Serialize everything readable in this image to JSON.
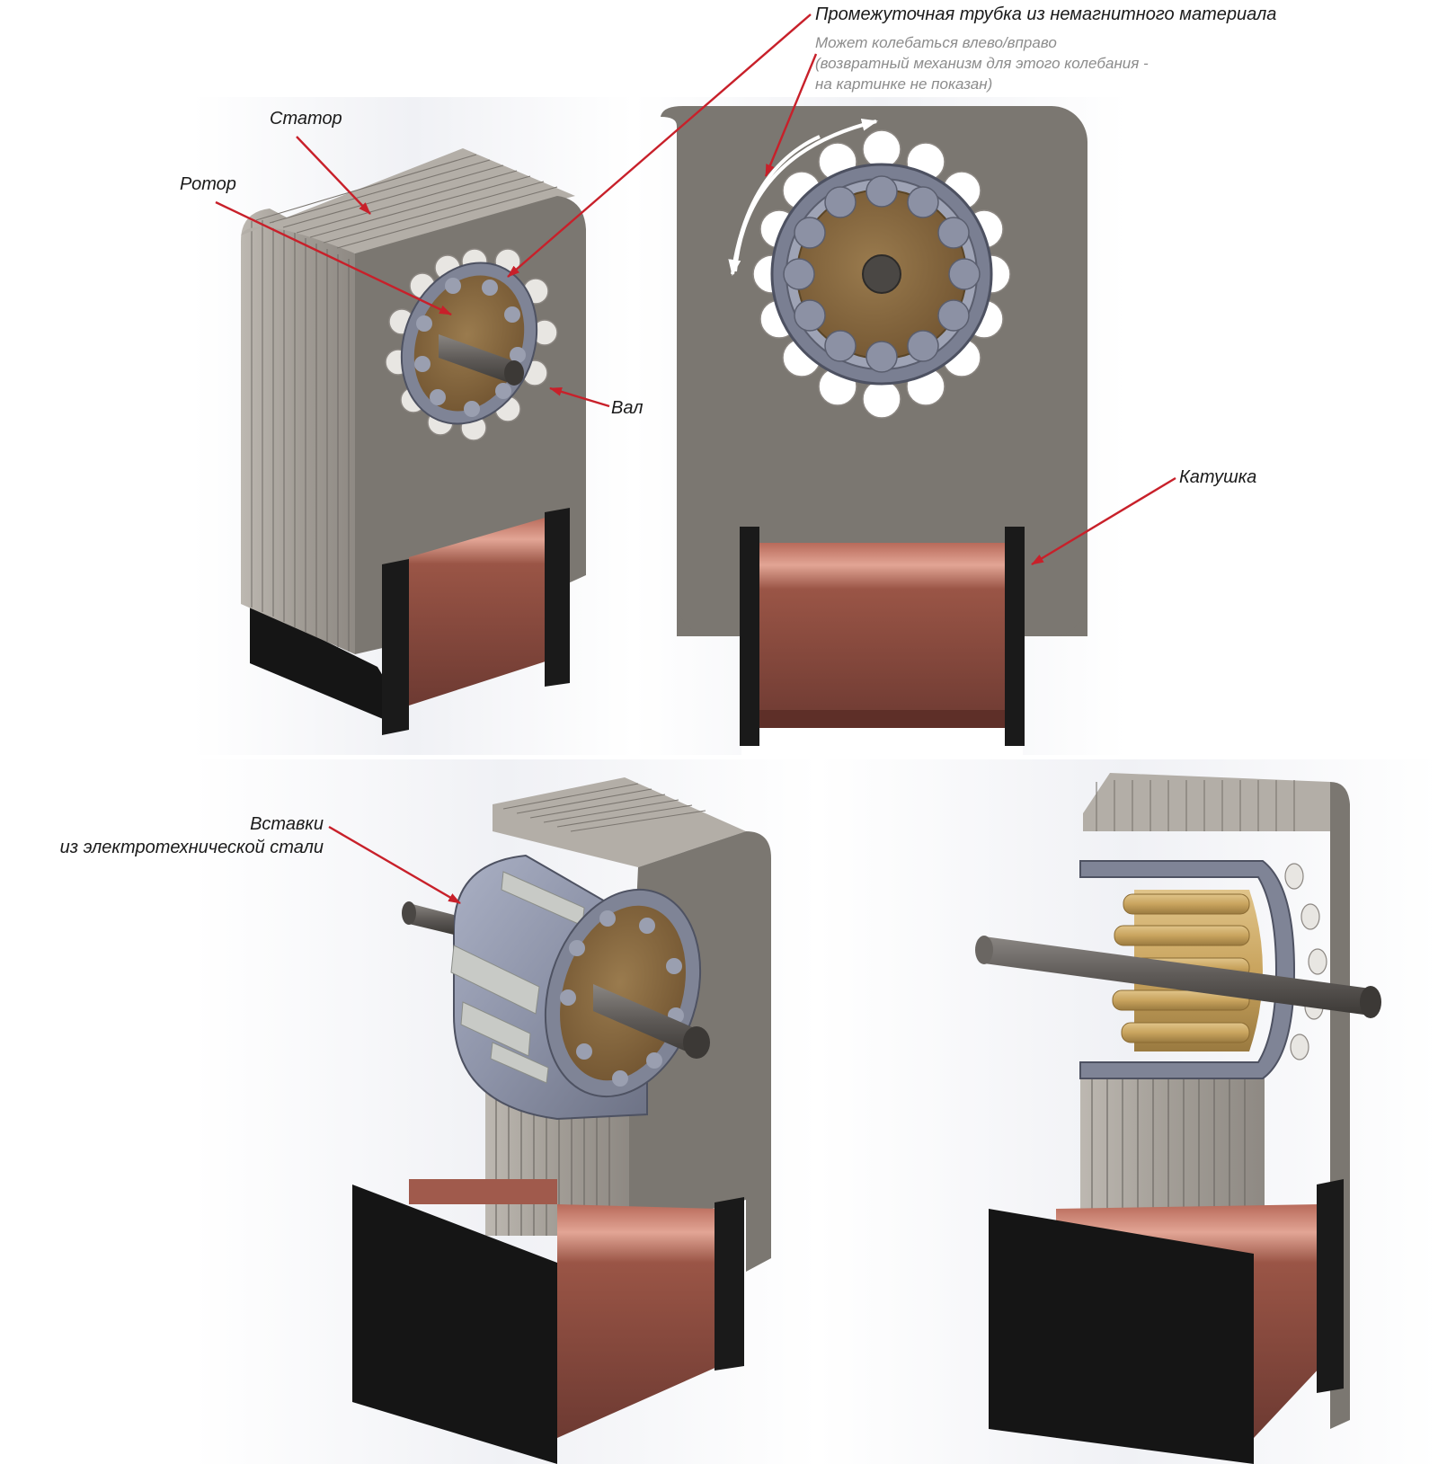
{
  "labels": {
    "stator": "Статор",
    "rotor": "Ротор",
    "shaft": "Вал",
    "tube": "Промежуточная трубка из немагнитного материала",
    "oscillation_note": [
      "Может колебаться влево/вправо",
      "(возвратный механизм для этого колебания -",
      "на картинке не показан)"
    ],
    "coil": "Катушка",
    "inserts": [
      "Вставки",
      "из электротехнической стали"
    ]
  },
  "colors": {
    "annotation_arrow": "#c8202a",
    "stator_steel": "#7d7872",
    "lamination_light": "#c9c4bd",
    "rotor_bronze": "#8a6a3e",
    "tube_blue_gray": "#7f8496",
    "coil_copper": "#8a4b40",
    "bobbin_black": "#1a1a1a",
    "shaft_gray": "#55524f"
  }
}
